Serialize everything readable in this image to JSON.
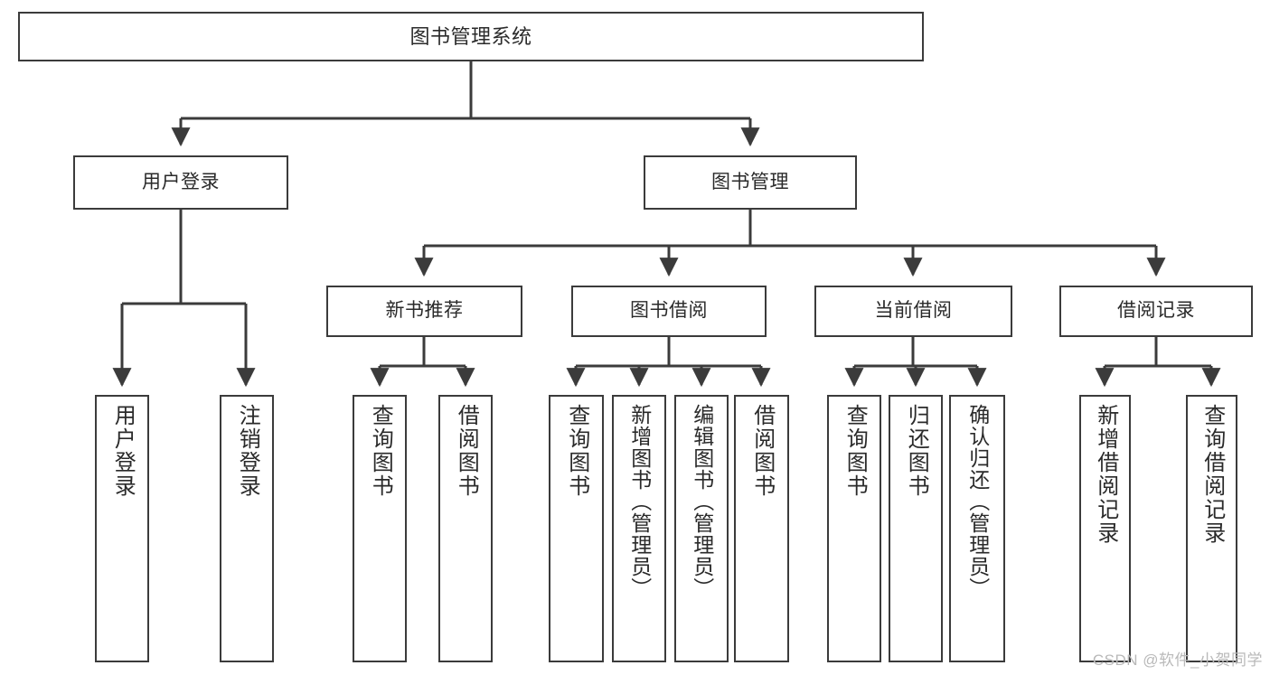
{
  "diagram": {
    "title": "图书管理系统",
    "type": "tree-hierarchy-diagram",
    "stroke_color": "#3b3b3b",
    "fill_color": "#ffffff",
    "text_color": "#2a2a2a"
  },
  "root": {
    "label": "图书管理系统"
  },
  "level2": [
    {
      "label": "用户登录"
    },
    {
      "label": "图书管理"
    }
  ],
  "level3": [
    {
      "label": "新书推荐"
    },
    {
      "label": "图书借阅"
    },
    {
      "label": "当前借阅"
    },
    {
      "label": "借阅记录"
    }
  ],
  "leaves": {
    "user_login": [
      {
        "label": "用户登录"
      },
      {
        "label": "注销登录"
      }
    ],
    "new_book_recommend": [
      {
        "label": "查询图书"
      },
      {
        "label": "借阅图书"
      }
    ],
    "book_borrow": [
      {
        "label": "查询图书"
      },
      {
        "label": "新增图书（管理员）"
      },
      {
        "label": "编辑图书（管理员）"
      },
      {
        "label": "借阅图书"
      }
    ],
    "current_borrow": [
      {
        "label": "查询图书"
      },
      {
        "label": "归还图书"
      },
      {
        "label": "确认归还（管理员）"
      }
    ],
    "borrow_record": [
      {
        "label": "新增借阅记录"
      },
      {
        "label": "查询借阅记录"
      }
    ]
  },
  "watermark": {
    "text": "CSDN @软件_小贺同学"
  }
}
